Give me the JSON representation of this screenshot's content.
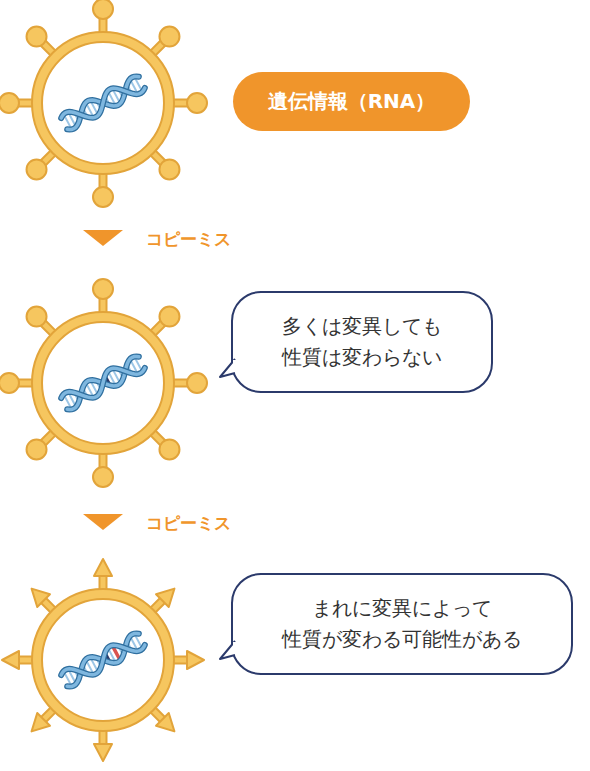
{
  "diagram": {
    "nodes": [
      {
        "text": [
          "遺伝情報（RNA）"
        ]
      },
      {
        "text": [
          "多くは変異しても 性質は変わらない"
        ]
      },
      {
        "text": [
          "まれに変異によって 性質が変わる可能性がある"
        ]
      }
    ],
    "labels": [
      "コピーミス",
      "コピーミス"
    ]
  }
}
